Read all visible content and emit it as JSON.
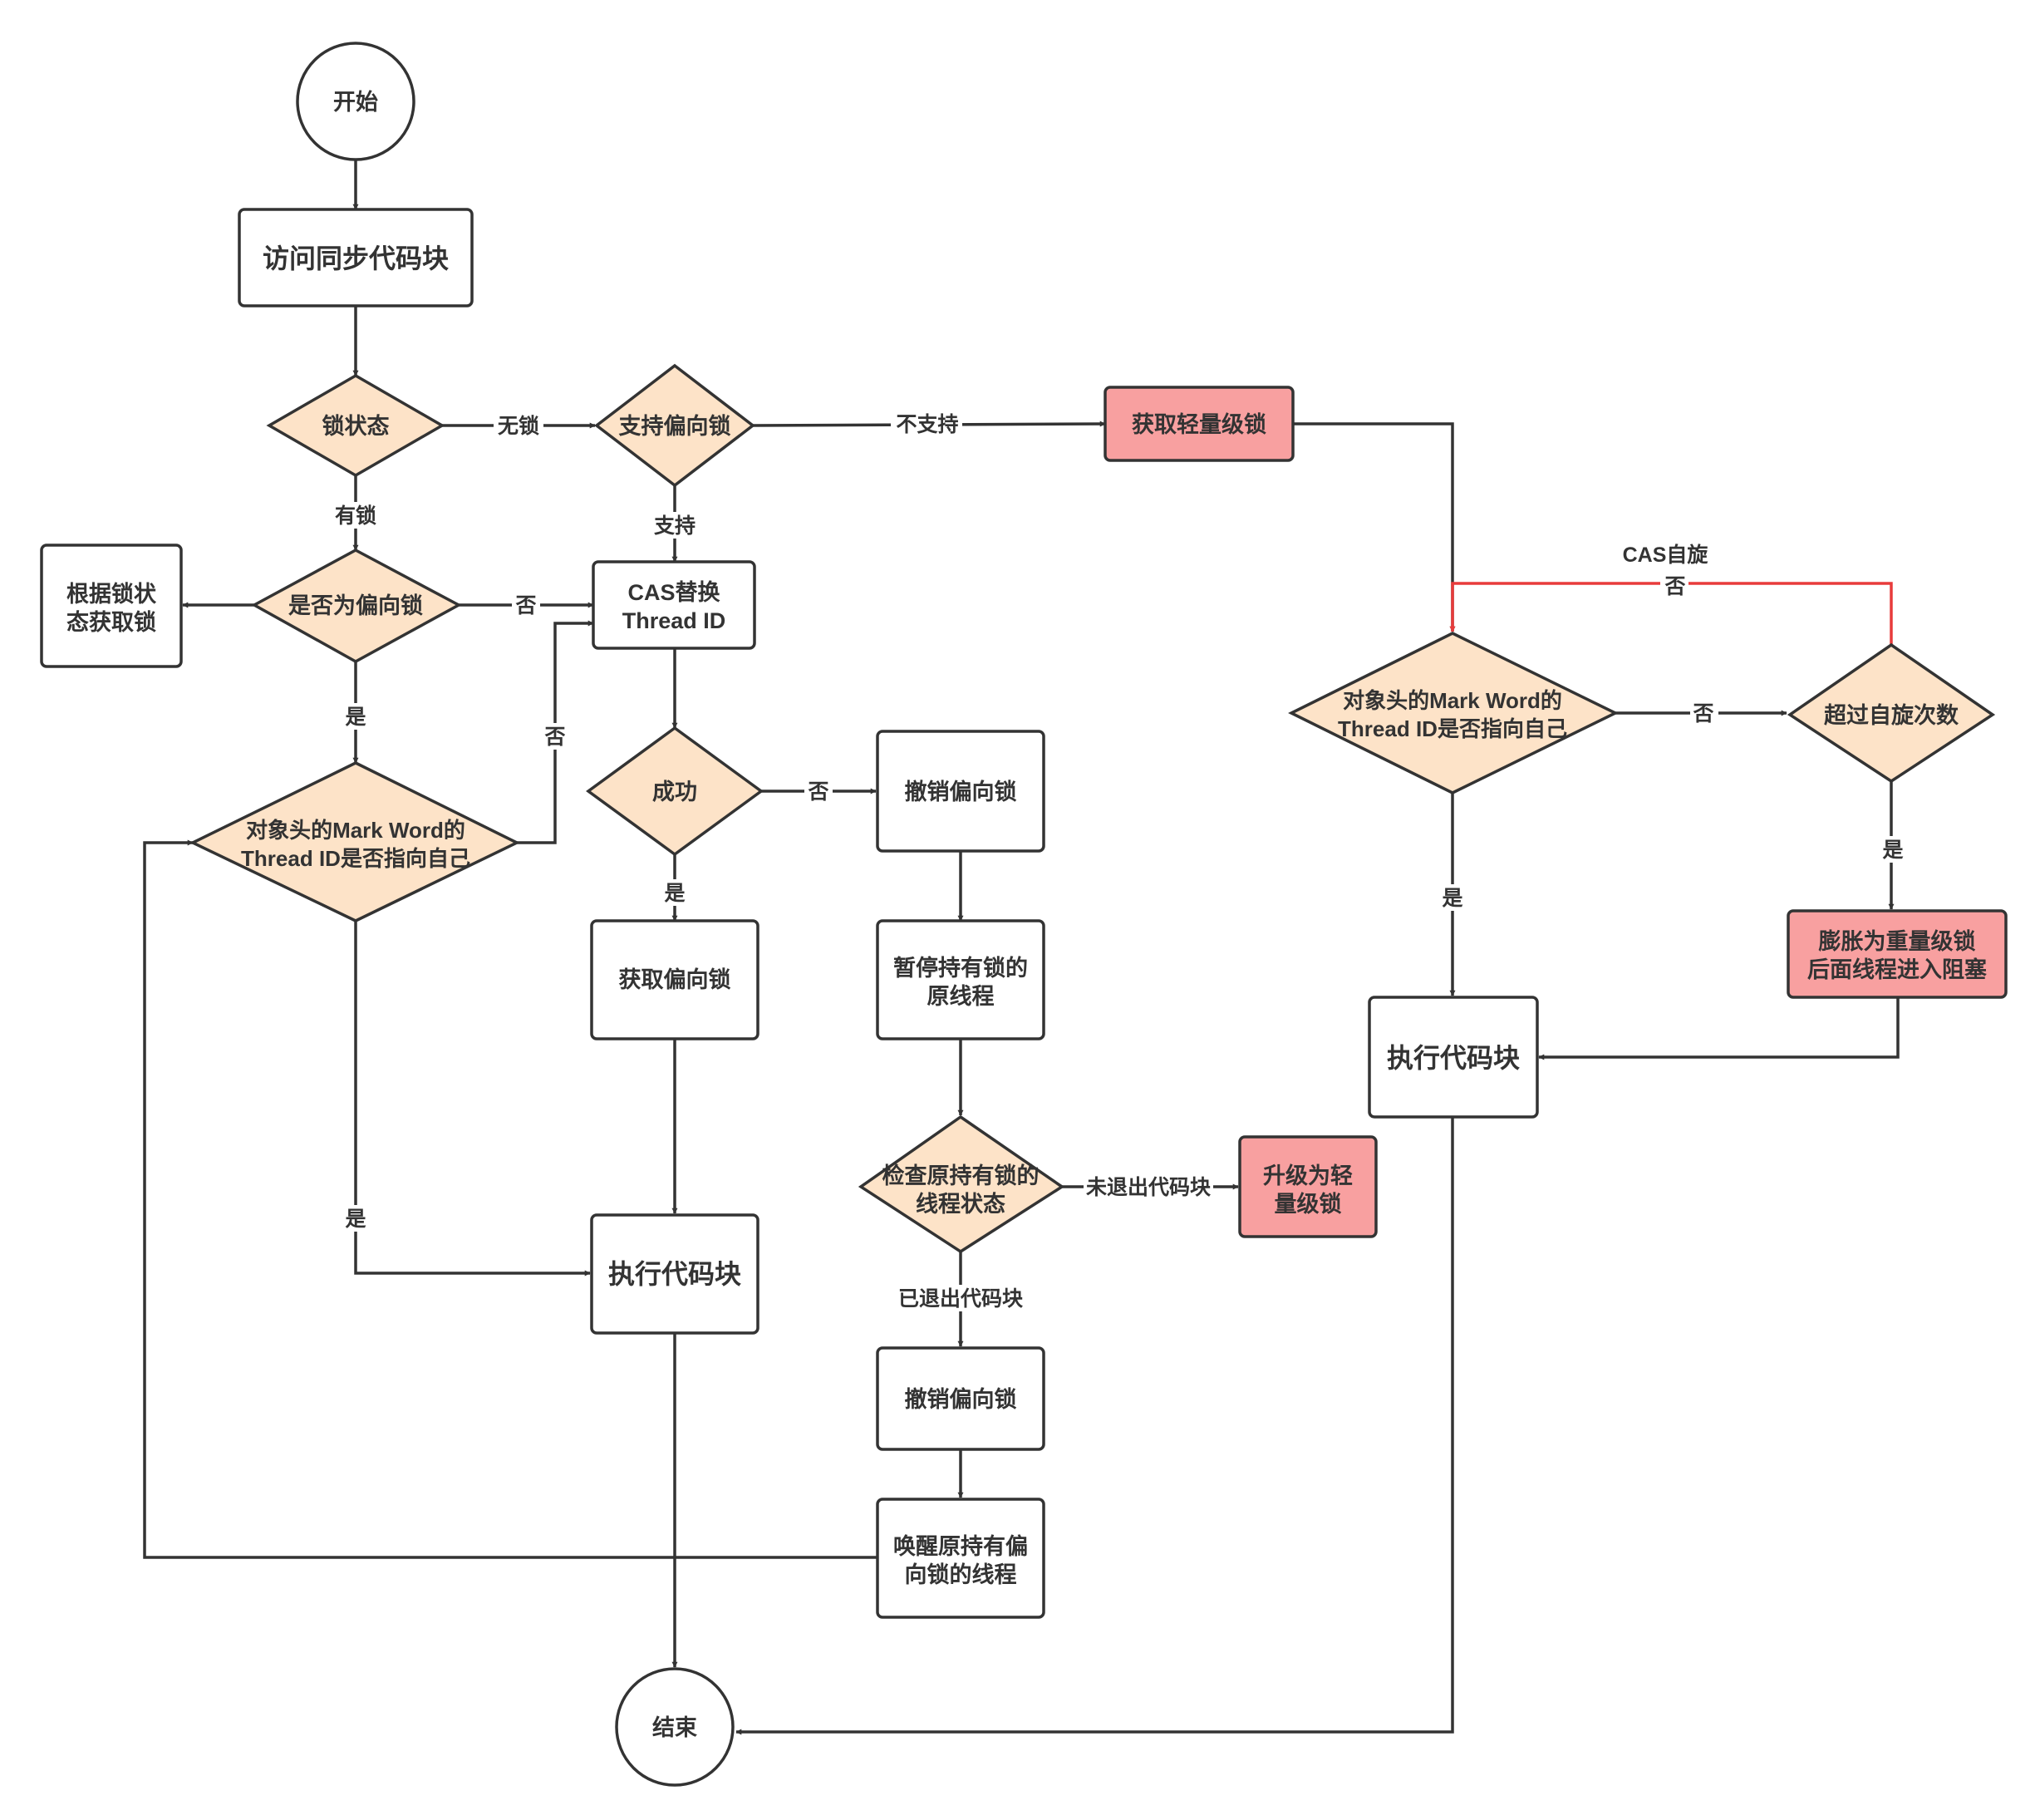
{
  "colors": {
    "stroke": "#333333",
    "box_fill": "#ffffff",
    "decision_fill": "#fde3c8",
    "highlight_fill": "#f8a0a0",
    "red_line": "#e83b3b",
    "text": "#333333"
  },
  "nodes": {
    "start": "开始",
    "access_block": "访问同步代码块",
    "lock_state": "锁状态",
    "support_biased": "支持偏向锁",
    "get_lightweight": "获取轻量级锁",
    "get_by_state": [
      "根据锁状",
      "态获取锁"
    ],
    "is_biased": "是否为偏向锁",
    "cas_replace": [
      "CAS替换",
      "Thread ID"
    ],
    "markword_left": [
      "对象头的Mark Word的",
      "Thread ID是否指向自己"
    ],
    "success": "成功",
    "revoke_biased_1": "撤销偏向锁",
    "get_biased": "获取偏向锁",
    "pause_thread": [
      "暂停持有锁的",
      "原线程"
    ],
    "exec_left": "执行代码块",
    "check_thread": [
      "检查原持有锁的",
      "线程状态"
    ],
    "upgrade_lightweight": [
      "升级为轻",
      "量级锁"
    ],
    "revoke_biased_2": "撤销偏向锁",
    "wake_thread": [
      "唤醒原持有偏",
      "向锁的线程"
    ],
    "end": "结束",
    "markword_right": [
      "对象头的Mark Word的",
      "Thread ID是否指向自己"
    ],
    "exceed_spin": "超过自旋次数",
    "inflate_heavy": [
      "膨胀为重量级锁",
      "后面线程进入阻塞"
    ],
    "exec_right": "执行代码块"
  },
  "edges": {
    "no_lock": "无锁",
    "not_support": "不支持",
    "has_lock": "有锁",
    "support": "支持",
    "no_is_biased": "否",
    "yes_is_biased": "是",
    "no_markword_left": "否",
    "no_success": "否",
    "yes_success": "是",
    "yes_markword_left": "是",
    "not_exited": "未退出代码块",
    "exited": "已退出代码块",
    "cas_spin": "CAS自旋",
    "no_spin": "否",
    "no_markword_right": "否",
    "yes_markword_right": "是",
    "yes_exceed": "是"
  }
}
